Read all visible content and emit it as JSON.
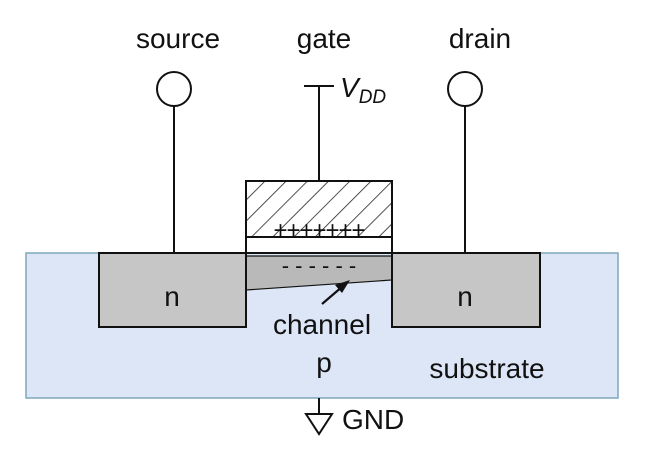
{
  "terminals": {
    "source": "source",
    "gate": "gate",
    "drain": "drain"
  },
  "supply": {
    "vdd_main": "V",
    "vdd_sub": "DD",
    "ground": "GND"
  },
  "regions": {
    "source_doping": "n",
    "drain_doping": "n",
    "channel": "channel",
    "body_doping": "p",
    "substrate": "substrate"
  },
  "gate_charge": "+++++++",
  "channel_charge": "- - - - - -",
  "colors": {
    "substrate_fill": "#dde6f6",
    "substrate_stroke": "#7fa7bb",
    "n_region_fill": "#c6c6c6",
    "line": "#111111"
  }
}
